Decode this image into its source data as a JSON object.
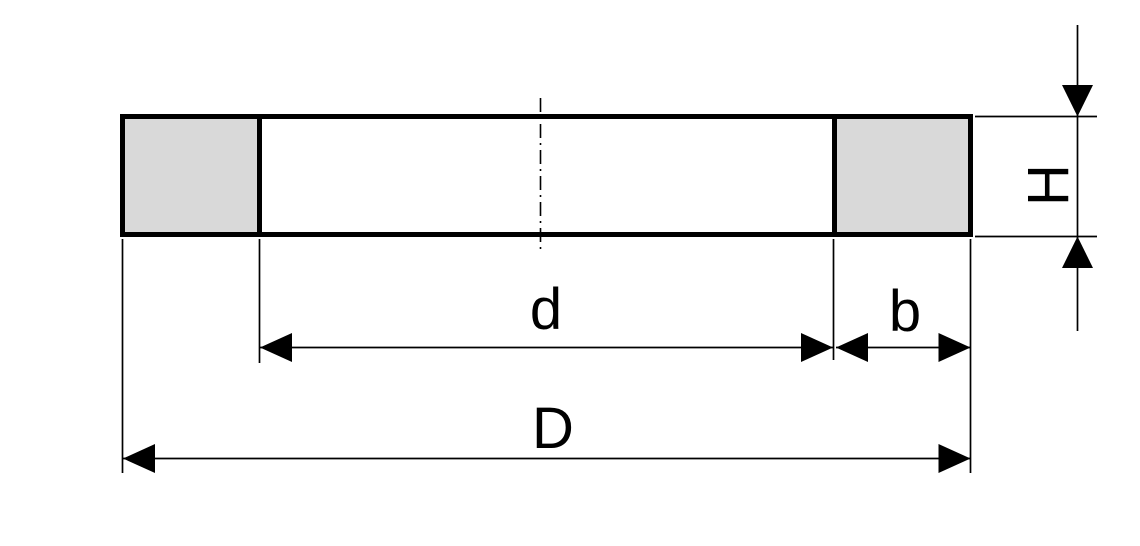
{
  "diagram": {
    "description": "Technical cross-section drawing of a ring / washer with dimension callouts",
    "labels": {
      "inner_diameter": "d",
      "ring_width": "b",
      "outer_diameter": "D",
      "height": "H"
    },
    "colors": {
      "line": "#000000",
      "section_fill": "#d9d9d9",
      "background": "#ffffff"
    }
  }
}
